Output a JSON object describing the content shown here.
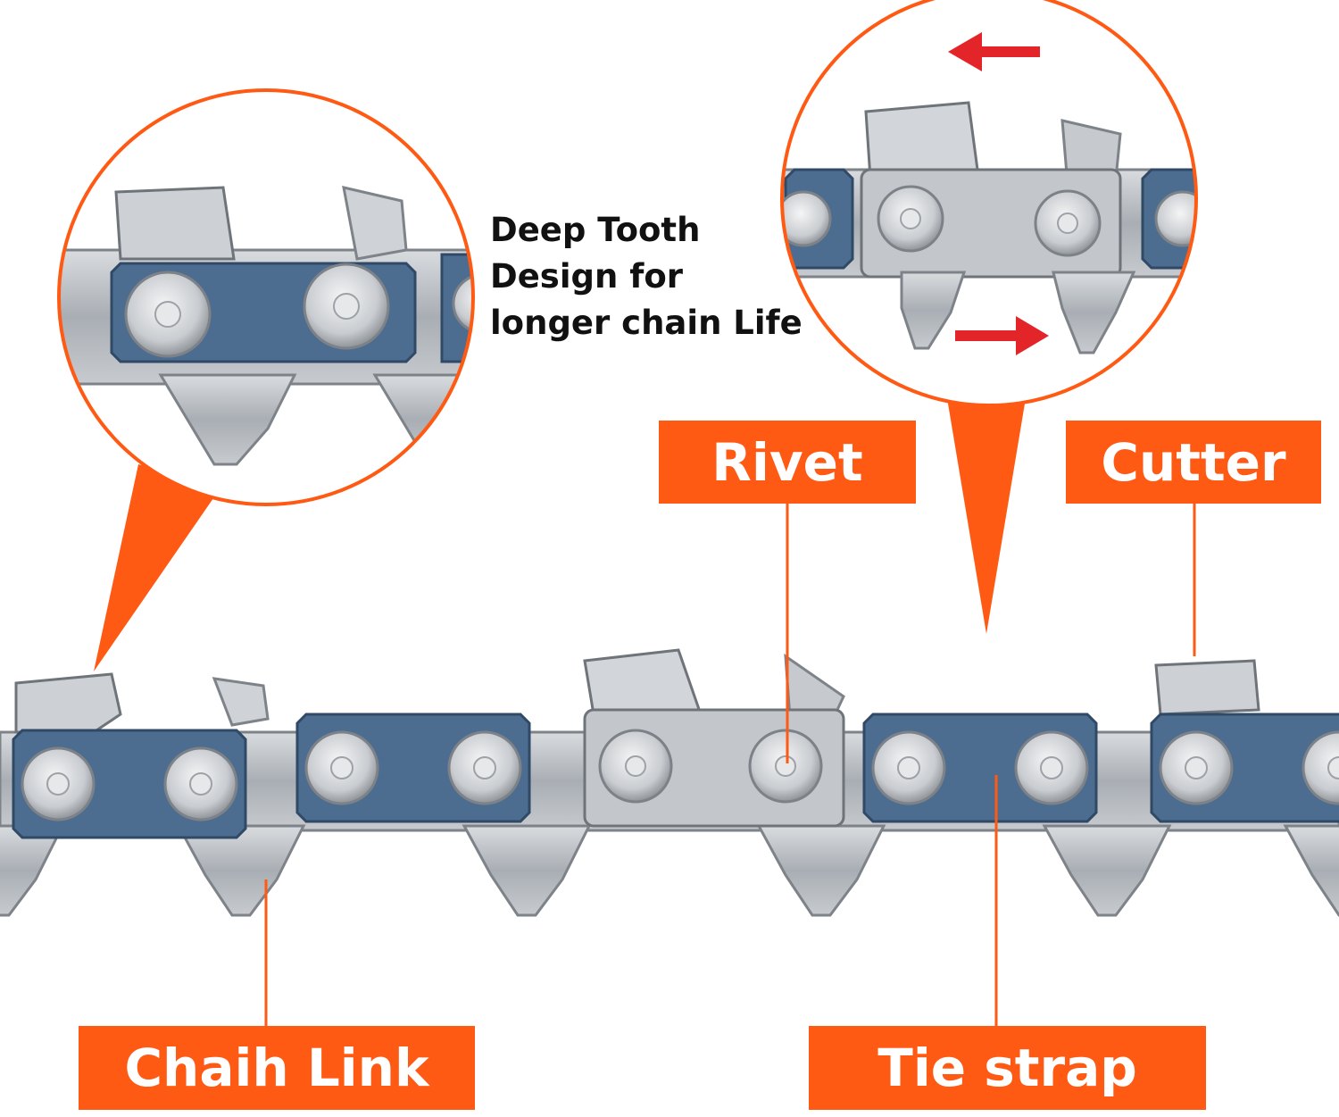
{
  "colors": {
    "accent": "#ff5a14",
    "arrow": "#e3252a",
    "steel": "#b8bcc2",
    "steel_dark": "#8e9399",
    "blue_link": "#4a6b8e",
    "rivet": "#dcdfe3",
    "text": "#111111"
  },
  "labels": {
    "rivet": "Rivet",
    "cutter": "Cutter",
    "chain_link": "Chaih Link",
    "tie_strap": "Tie strap"
  },
  "caption": {
    "line1": "Deep Tooth",
    "line2": "Design for",
    "line3": "longer chain Life"
  },
  "icons": [
    "arrow-left-icon",
    "arrow-right-icon"
  ]
}
